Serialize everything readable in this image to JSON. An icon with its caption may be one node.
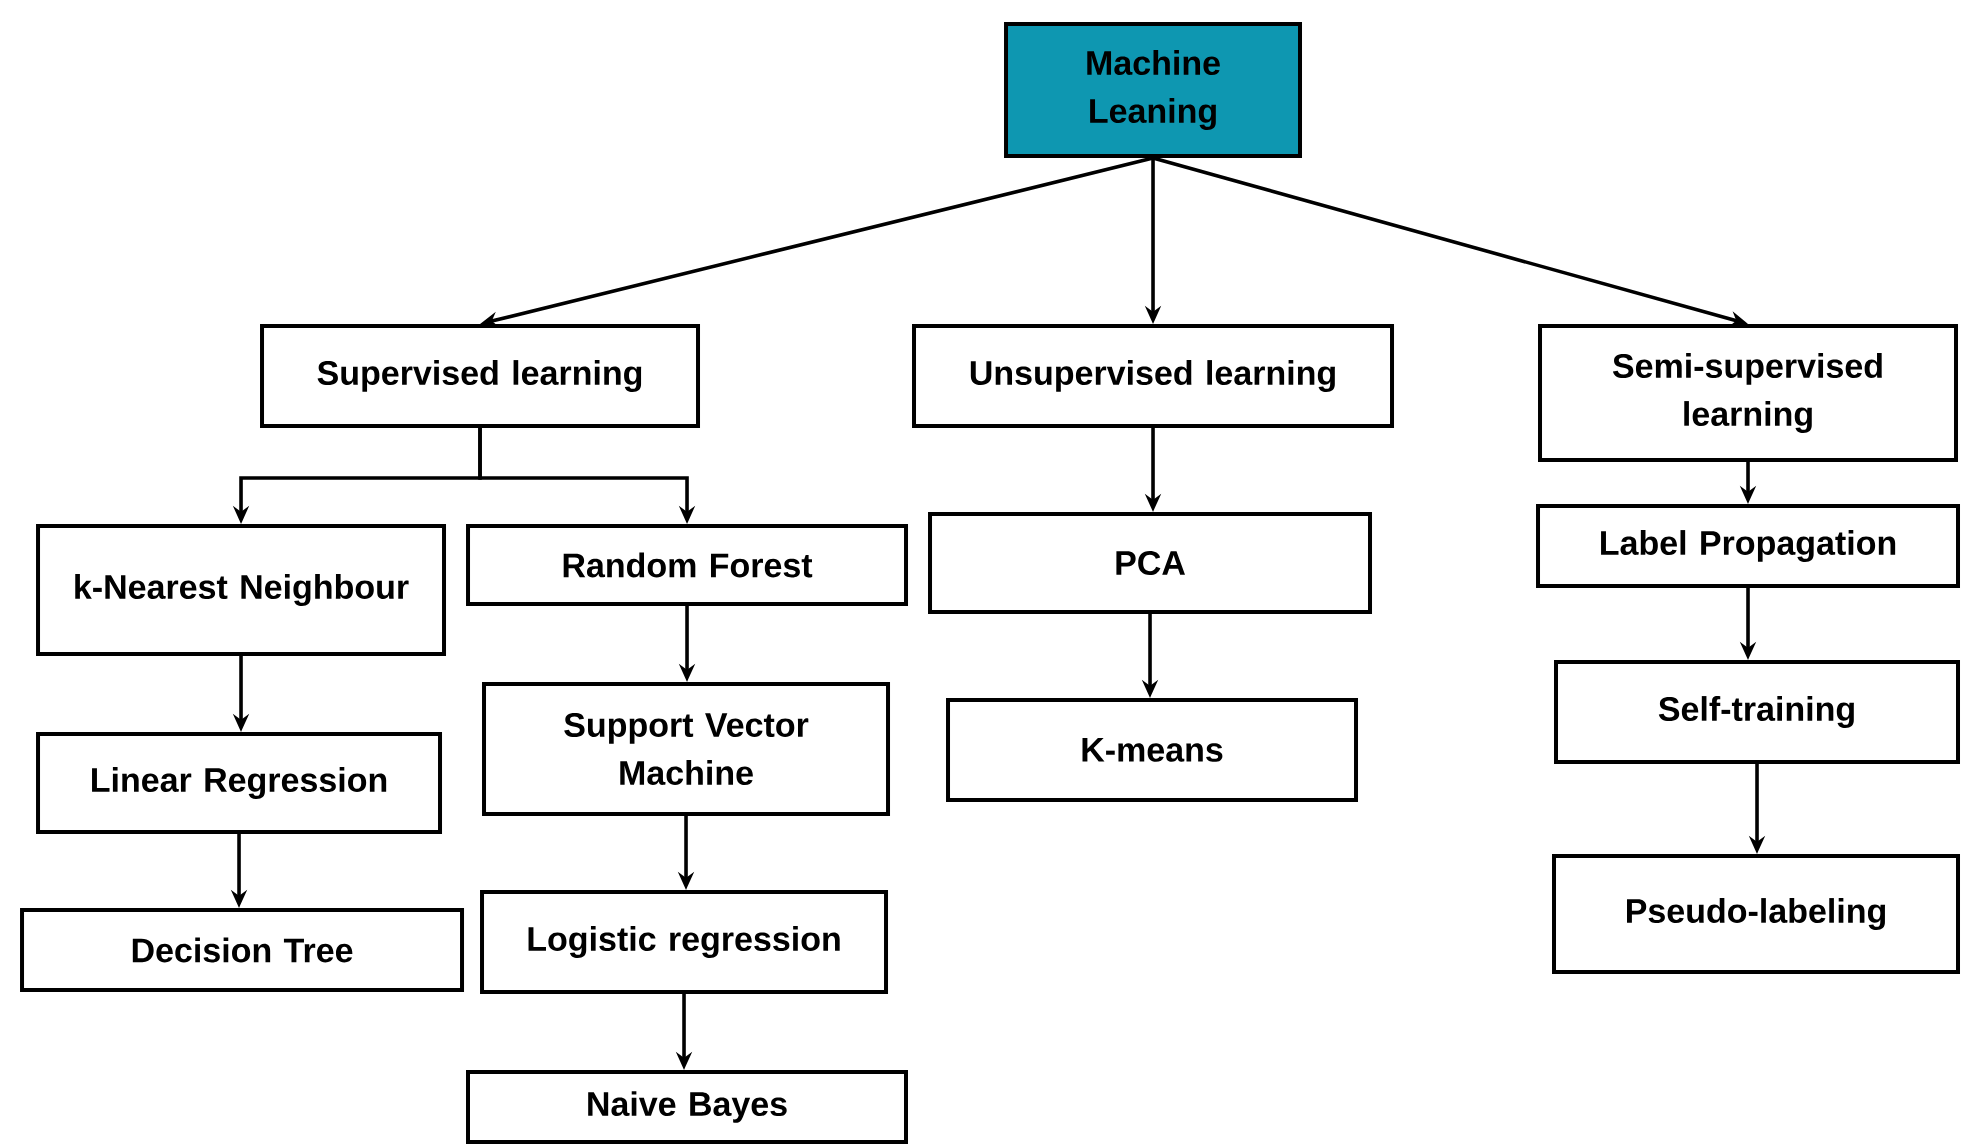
{
  "diagram": {
    "nodes": [
      {
        "text": [
          "Machine Leaning"
        ]
      },
      {
        "text": [
          "Supervised learning"
        ]
      },
      {
        "text": [
          "Unsupervised learning"
        ]
      },
      {
        "text": [
          "Semi-supervised learning"
        ]
      },
      {
        "text": [
          "k-Nearest Neighbour"
        ]
      },
      {
        "text": [
          "Random Forest"
        ]
      },
      {
        "text": [
          "Linear Regression"
        ]
      },
      {
        "text": [
          "Decision Tree"
        ]
      },
      {
        "text": [
          "Support Vector Machine"
        ]
      },
      {
        "text": [
          "Logistic regression"
        ]
      },
      {
        "text": [
          "Naive Bayes"
        ]
      },
      {
        "text": [
          "PCA"
        ]
      },
      {
        "text": [
          "K-means"
        ]
      },
      {
        "text": [
          "Label Propagation"
        ]
      },
      {
        "text": [
          "Self-training"
        ]
      },
      {
        "text": [
          "Pseudo-labeling"
        ]
      }
    ],
    "edges": [
      {
        "from": 0,
        "to": 1,
        "arrow": "to"
      },
      {
        "from": 0,
        "to": 2,
        "arrow": "to"
      },
      {
        "from": 0,
        "to": 3,
        "arrow": "to"
      },
      {
        "from": 1,
        "to": 4,
        "arrow": "to"
      },
      {
        "from": 1,
        "to": 5,
        "arrow": "to"
      },
      {
        "from": 4,
        "to": 6,
        "arrow": "to"
      },
      {
        "from": 6,
        "to": 7,
        "arrow": "to"
      },
      {
        "from": 5,
        "to": 8,
        "arrow": "to"
      },
      {
        "from": 8,
        "to": 9,
        "arrow": "to"
      },
      {
        "from": 9,
        "to": 10,
        "arrow": "to"
      },
      {
        "from": 2,
        "to": 11,
        "arrow": "to"
      },
      {
        "from": 11,
        "to": 12,
        "arrow": "to"
      },
      {
        "from": 3,
        "to": 13,
        "arrow": "to"
      },
      {
        "from": 13,
        "to": 14,
        "arrow": "to"
      },
      {
        "from": 14,
        "to": 15,
        "arrow": "to"
      }
    ]
  }
}
